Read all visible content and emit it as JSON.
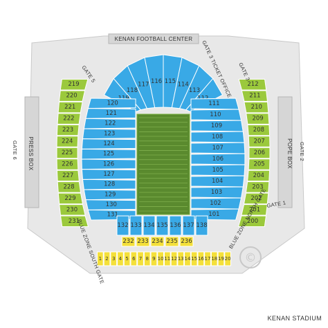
{
  "venue": "KENAN STADIUM",
  "labels": {
    "kenan_center": "KENAN FOOTBALL CENTER",
    "gate3_ticket": "GATE 3 TICKET OFFICE",
    "gate3": "GATE 3",
    "gate5": "GATE 5",
    "gate6": "GATE 6",
    "gate2": "GATE 2",
    "gate1": "GATE 1",
    "press_box": "PRESS BOX",
    "pope_box": "POPE BOX",
    "blue_zone_south": "BLUE ZONE SOUTH GATE",
    "blue_zone_north": "BLUE ZONE NORTH GATE"
  },
  "colors": {
    "lower_bowl": "#39a9e6",
    "upper_deck": "#9bc93c",
    "blue_zone": "#f4e03a",
    "field": "#5a8a2e",
    "concourse": "#e8e8e8",
    "box": "#d6d6d6"
  },
  "sections": {
    "north_end": [
      "119",
      "118",
      "117",
      "116",
      "115",
      "114",
      "113",
      "112"
    ],
    "west_lower": [
      "120",
      "121",
      "122",
      "123",
      "124",
      "125",
      "126",
      "127",
      "128",
      "129",
      "130",
      "131"
    ],
    "east_lower": [
      "111",
      "110",
      "109",
      "108",
      "107",
      "106",
      "105",
      "104",
      "103",
      "102",
      "101"
    ],
    "south_end": [
      "132",
      "133",
      "134",
      "135",
      "136",
      "137",
      "138"
    ],
    "west_upper": [
      "219",
      "220",
      "221",
      "222",
      "223",
      "224",
      "225",
      "226",
      "227",
      "228",
      "229",
      "230",
      "231"
    ],
    "east_upper": [
      "212",
      "211",
      "210",
      "209",
      "208",
      "207",
      "206",
      "205",
      "204",
      "203",
      "202",
      "201",
      "200"
    ],
    "blue_zone_sections": [
      "232",
      "233",
      "234",
      "235",
      "236"
    ],
    "blue_zone_rows": [
      "1",
      "2",
      "3",
      "4",
      "5",
      "6",
      "7",
      "8",
      "9",
      "10",
      "11",
      "12",
      "13",
      "14",
      "15",
      "16",
      "17",
      "18",
      "19",
      "20"
    ]
  }
}
